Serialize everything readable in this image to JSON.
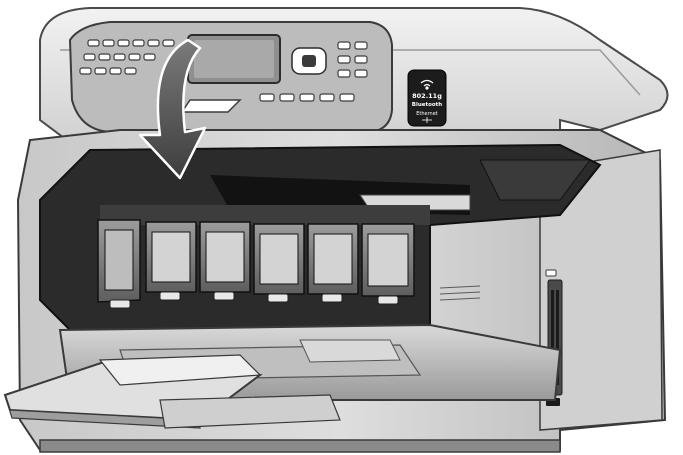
{
  "illustration": {
    "subject": "printer-open-ink-cartridge-bay",
    "arrow_direction": "down",
    "cartridge_count": 6
  },
  "badge": {
    "wifi": "802.11g",
    "bluetooth": "Bluetooth",
    "ethernet": "Ethernet"
  },
  "colors": {
    "arrow": "#5a5a5a",
    "body_light": "#e6e6e6",
    "body_mid": "#bdbdbd",
    "body_dark": "#6e6e6e",
    "interior": "#2b2b2b",
    "badge_bg": "#1c1c1c"
  }
}
